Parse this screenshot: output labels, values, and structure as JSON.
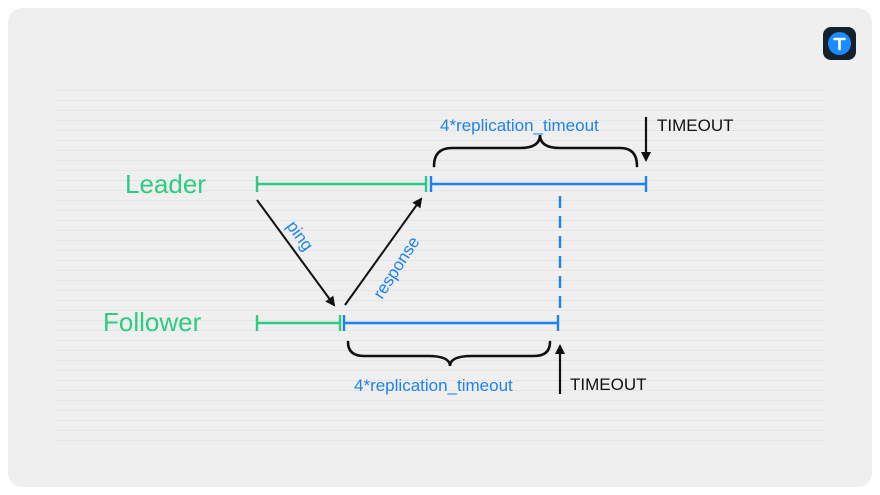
{
  "diagram": {
    "leader_label": "Leader",
    "follower_label": "Follower",
    "ping_label": "ping",
    "response_label": "response",
    "leader_timeout_window_label": "4*replication_timeout",
    "follower_timeout_window_label": "4*replication_timeout",
    "leader_timeout_label": "TIMEOUT",
    "follower_timeout_label": "TIMEOUT"
  },
  "colors": {
    "green": "#2ecc82",
    "blue": "#1e82f0",
    "black": "#111111",
    "background": "#efefef"
  },
  "logo": {
    "icon": "tarantool-logo-icon"
  }
}
